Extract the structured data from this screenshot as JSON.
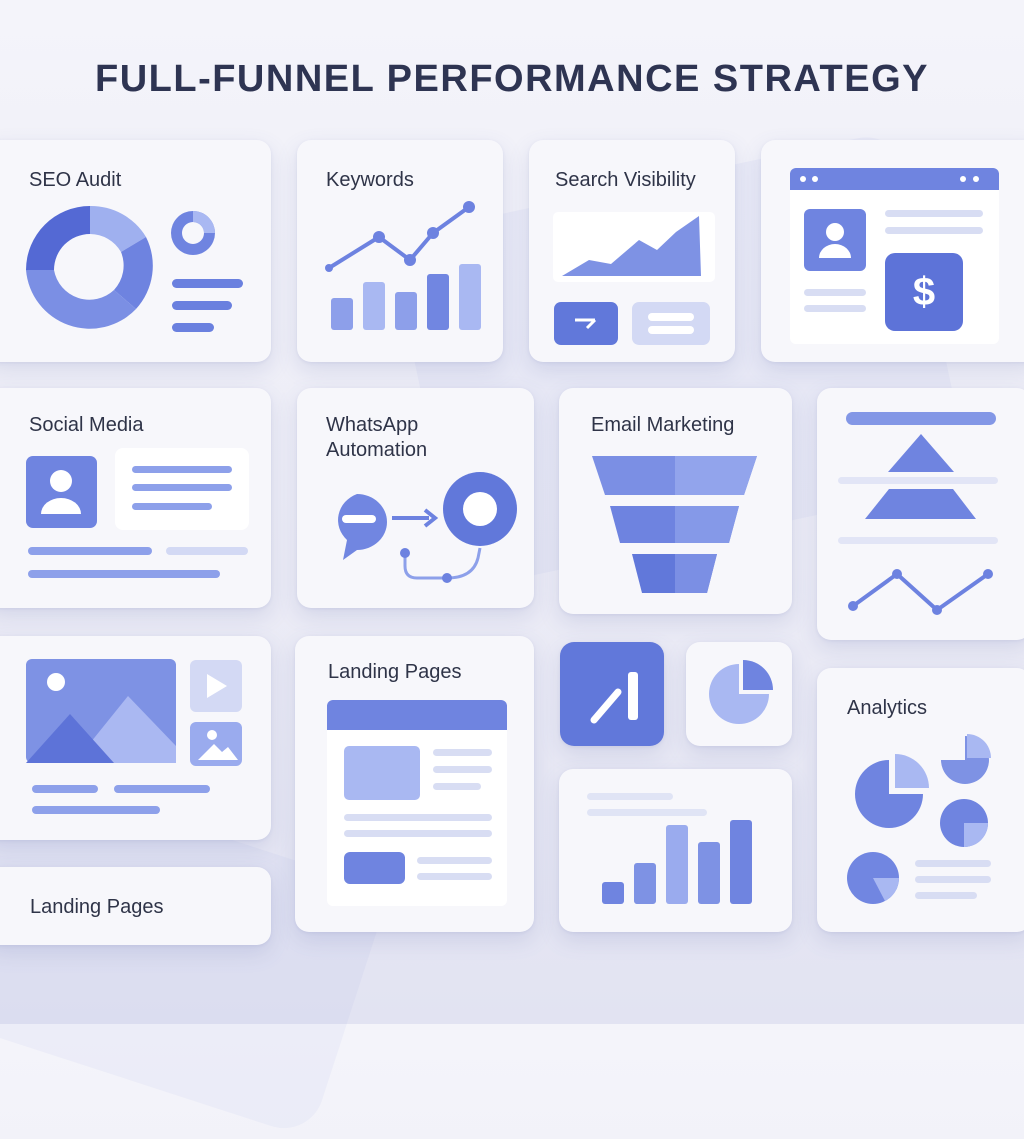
{
  "title": "FULL-FUNNEL PERFORMANCE STRATEGY",
  "cards": {
    "seo_audit": "SEO Audit",
    "keywords": "Keywords",
    "search_visibility": "Search Visibility",
    "social_media": "Social Media",
    "whatsapp": "WhatsApp\nAutomation",
    "email_marketing": "Email Marketing",
    "landing_pages_a": "Landing Pages",
    "landing_pages_b": "Landing Pages",
    "analytics": "Analytics"
  },
  "icons": {
    "dollar": "$"
  },
  "colors": {
    "primary": "#5d73d8",
    "light": "#9fb0ef",
    "pale": "#c7cff5",
    "text": "#2e3452"
  }
}
